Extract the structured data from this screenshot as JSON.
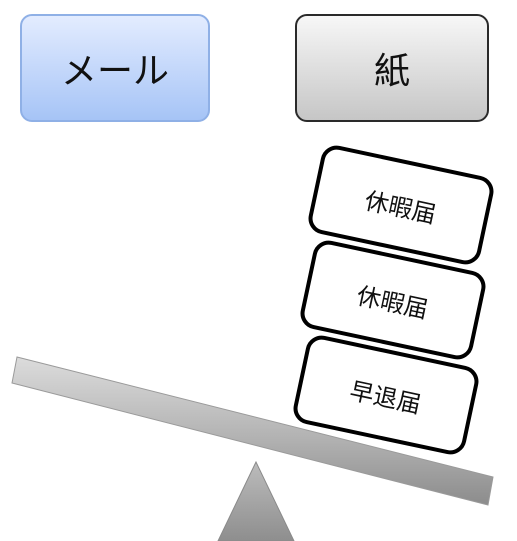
{
  "mail_box": {
    "label": "メール"
  },
  "paper_box": {
    "label": "紙"
  },
  "documents": [
    {
      "label": "休暇届"
    },
    {
      "label": "休暇届"
    },
    {
      "label": "早退届"
    }
  ],
  "colors": {
    "mail_fill_top": "#e3ecff",
    "mail_fill_bottom": "#a6c4f6",
    "paper_fill_top": "#f7f7f7",
    "paper_fill_bottom": "#c6c6c6",
    "beam": "#b4b4b4",
    "fulcrum": "#9c9c9c"
  }
}
